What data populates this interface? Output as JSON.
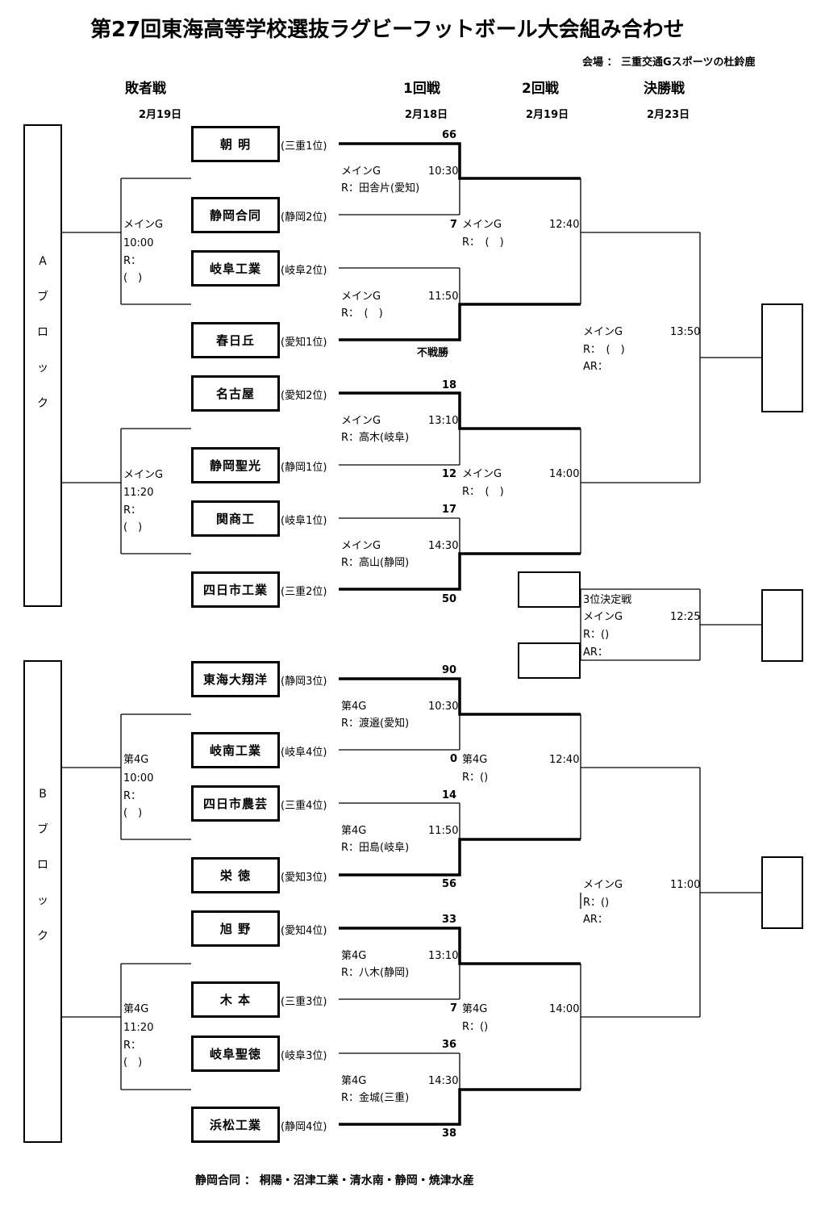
{
  "title": "第27回東海高等学校選抜ラグビーフットボール大会組み合わせ",
  "venue": "会場 ： 三重交通Gスポーツの杜鈴鹿",
  "rounds": {
    "consolation": {
      "label": "敗者戦",
      "date": "2月19日"
    },
    "first": {
      "label": "1回戦",
      "date": "2月18日"
    },
    "second": {
      "label": "2回戦",
      "date": "2月19日"
    },
    "final": {
      "label": "決勝戦",
      "date": "2月23日"
    }
  },
  "blocks": {
    "a": "Aブロック",
    "b": "Bブロック"
  },
  "teams": [
    {
      "name": "朝 明",
      "seed": "(三重1位)"
    },
    {
      "name": "静岡合同",
      "seed": "(静岡2位)"
    },
    {
      "name": "岐阜工業",
      "seed": "(岐阜2位)"
    },
    {
      "name": "春日丘",
      "seed": "(愛知1位)"
    },
    {
      "name": "名古屋",
      "seed": "(愛知2位)"
    },
    {
      "name": "静岡聖光",
      "seed": "(静岡1位)"
    },
    {
      "name": "関商工",
      "seed": "(岐阜1位)"
    },
    {
      "name": "四日市工業",
      "seed": "(三重2位)"
    },
    {
      "name": "東海大翔洋",
      "seed": "(静岡3位)"
    },
    {
      "name": "岐南工業",
      "seed": "(岐阜4位)"
    },
    {
      "name": "四日市農芸",
      "seed": "(三重4位)"
    },
    {
      "name": "栄 徳",
      "seed": "(愛知3位)"
    },
    {
      "name": "旭 野",
      "seed": "(愛知4位)"
    },
    {
      "name": "木 本",
      "seed": "(三重3位)"
    },
    {
      "name": "岐阜聖徳",
      "seed": "(岐阜3位)"
    },
    {
      "name": "浜松工業",
      "seed": "(静岡4位)"
    }
  ],
  "scores": [
    "66",
    "7",
    "不戦勝",
    "18",
    "12",
    "17",
    "50",
    "90",
    "0",
    "14",
    "56",
    "33",
    "7",
    "36",
    "38"
  ],
  "first_round": [
    {
      "field": "メインG",
      "time": "10:30",
      "ref": "R：田舎片(愛知)"
    },
    {
      "field": "メインG",
      "time": "11:50",
      "ref": "R：　(　)"
    },
    {
      "field": "メインG",
      "time": "13:10",
      "ref": "R：高木(岐阜)"
    },
    {
      "field": "メインG",
      "time": "14:30",
      "ref": "R：高山(静岡)"
    },
    {
      "field": "第4G",
      "time": "10:30",
      "ref": "R：渡邉(愛知)"
    },
    {
      "field": "第4G",
      "time": "11:50",
      "ref": "R：田島(岐阜)"
    },
    {
      "field": "第4G",
      "time": "13:10",
      "ref": "R：八木(静岡)"
    },
    {
      "field": "第4G",
      "time": "14:30",
      "ref": "R：金城(三重)"
    }
  ],
  "second_round": [
    {
      "field": "メインG",
      "time": "12:40",
      "ref": "R：　(　)"
    },
    {
      "field": "メインG",
      "time": "14:00",
      "ref": "R：　(　)"
    },
    {
      "field": "第4G",
      "time": "12:40",
      "ref": "R：()"
    },
    {
      "field": "第4G",
      "time": "14:00",
      "ref": "R：()"
    }
  ],
  "consolation_games": [
    {
      "field": "メインG",
      "time": "10:00",
      "ref": "R：",
      "paren": "(　)"
    },
    {
      "field": "メインG",
      "time": "11:20",
      "ref": "R：",
      "paren": "(　)"
    },
    {
      "field": "第4G",
      "time": "10:00",
      "ref": "R：",
      "paren": "(　)"
    },
    {
      "field": "第4G",
      "time": "11:20",
      "ref": "R：",
      "paren": "(　)"
    }
  ],
  "finals": [
    {
      "field": "メインG",
      "time": "13:50",
      "ref": "R：　(　)",
      "ar": "AR："
    },
    {
      "field": "メインG",
      "time": "11:00",
      "ref": "R：()",
      "ar": "AR："
    }
  ],
  "third_place": {
    "label": "3位決定戦",
    "field": "メインG",
    "time": "12:25",
    "ref": "R：()",
    "ar": "AR："
  },
  "footnote": "静岡合同 ： 桐陽・沼津工業・清水南・静岡・焼津水産"
}
